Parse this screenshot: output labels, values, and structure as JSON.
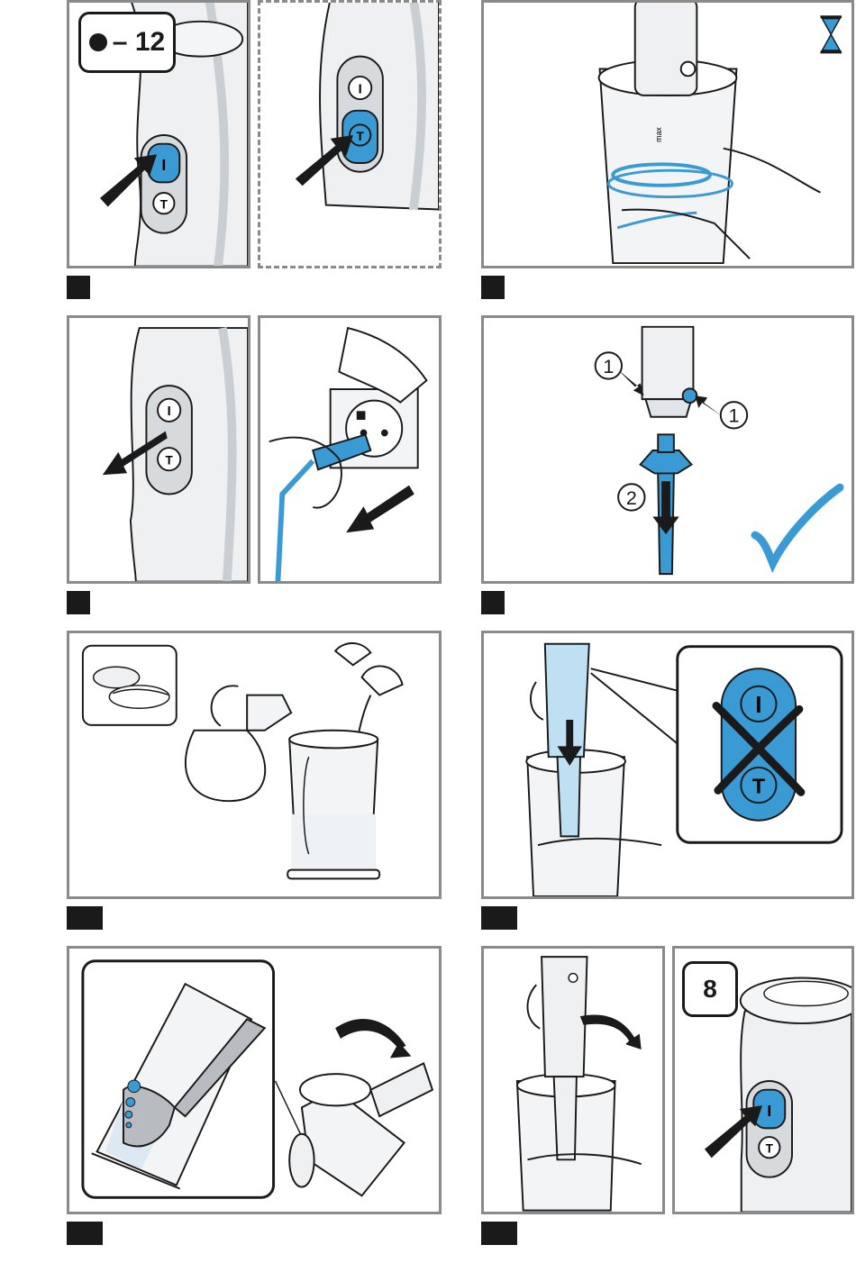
{
  "callouts": {
    "speed_range": "– 12",
    "speed_setting": "8"
  },
  "assembly_markers": {
    "release": "1",
    "detach": "2"
  },
  "cup_label": "max",
  "colors": {
    "accent_blue": "#3a9ad3",
    "outline": "#1a1a1a",
    "panel_border": "#8a8a8a",
    "body_grey": "#e6e8ea"
  },
  "icons": [
    "hourglass-icon",
    "checkmark-icon",
    "cross-icon",
    "power-button-icon",
    "turbo-button-icon",
    "arrow-icon"
  ]
}
